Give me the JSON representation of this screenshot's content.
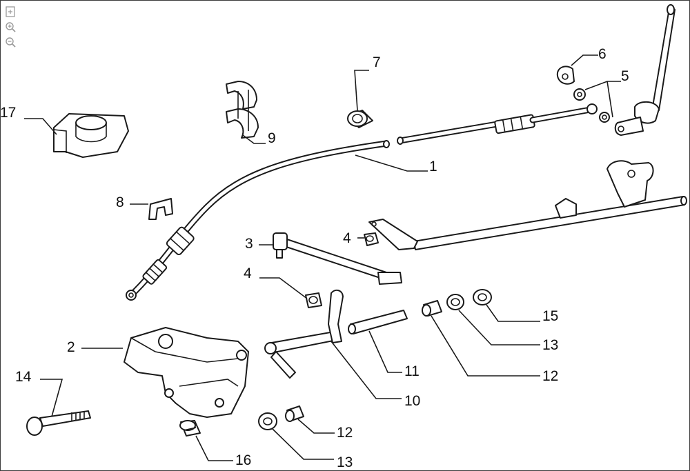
{
  "toolbar": {
    "buttons": [
      {
        "icon": "fit-page-icon"
      },
      {
        "icon": "zoom-in-icon"
      },
      {
        "icon": "zoom-out-icon"
      }
    ]
  },
  "callouts": {
    "c1": "1",
    "c2": "2",
    "c3": "3",
    "c4a": "4",
    "c4b": "4",
    "c5": "5",
    "c6": "6",
    "c7": "7",
    "c8": "8",
    "c9": "9",
    "c10": "10",
    "c11": "11",
    "c12a": "12",
    "c12b": "12",
    "c13a": "13",
    "c13b": "13",
    "c14": "14",
    "c15": "15",
    "c16": "16",
    "c17": "17"
  },
  "colors": {
    "line": "#1a1a1a",
    "background": "#ffffff",
    "frame": "#3a3a3a"
  }
}
